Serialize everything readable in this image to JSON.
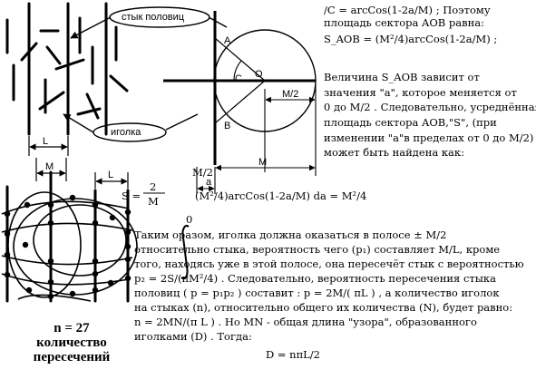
{
  "callouts": {
    "seam": "стык половиц",
    "needle": "иголка"
  },
  "dims": {
    "L": "L",
    "M": "M",
    "a": "a",
    "M_half": "M/2"
  },
  "points": {
    "A": "A",
    "B": "B",
    "C": "C",
    "O": "O"
  },
  "count": {
    "n_label": "n = 27",
    "caption1": "количество",
    "caption2": "пересечений"
  },
  "text": {
    "r1": "/C = arcCos(1-2a/M) ;  Поэтому",
    "r2": "площадь сектора AOB равна:",
    "r3": "S_AOB = (M²/4)arcCos(1-2a/M) ;",
    "r4": "Величина S_AOB зависит от",
    "r5": "значения \"a\", которое меняется от",
    "r6": "0 до M/2 . Следовательно, усреднённая",
    "r7": "площадь сектора AOB,\"S\", (при",
    "r8": "изменении \"a\"в пределах от 0 до M/2)",
    "r9": "может быть найдена как:",
    "f_upper": "M/2",
    "f_S": "S =",
    "f_num": "2",
    "f_den": "M",
    "f_body": "(M²/4)arcCos(1-2a/M) da  = M²/4",
    "f_lower": "0",
    "b1": "Таким оразом, иголка должна оказаться в полосе ± M/2",
    "b2": "относительно стыка, вероятность чего (p₁) составляет M/L, кроме",
    "b3": "того, находясь уже в этой полосе, она пересечёт стык с вероятностью",
    "b4": "p₂ = 2S/(πM²/4) . Следовательно, вероятность пересечения стыка",
    "b5": "половиц  ( p = p₁p₂ ) составит : p = 2M/( πL ) , а количество иголок",
    "b6": "на стыках (n), относительно общего их количества (N), будет равно:",
    "b7": "n = 2MN/(π L ) .  Но MN - общая длина \"узора\", образованного",
    "b8": "иголками (D) . Тогда:",
    "b9": "D = nπL/2"
  },
  "colors": {
    "ink": "#000000",
    "bg": "#ffffff"
  }
}
